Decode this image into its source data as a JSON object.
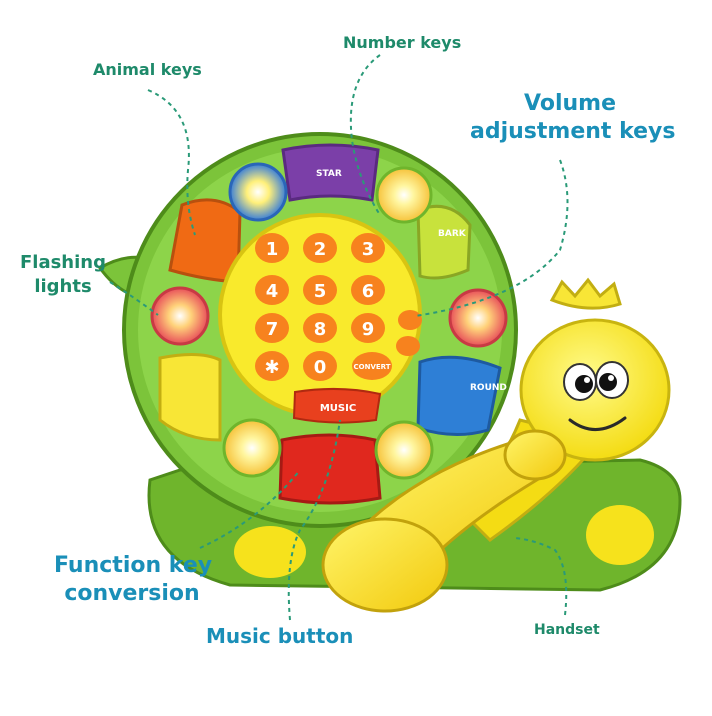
{
  "callouts": {
    "number_keys": "Number keys",
    "animal_keys": "Animal keys",
    "volume_line1": "Volume",
    "volume_line2": "adjustment keys",
    "flashing_line1": "Flashing",
    "flashing_line2": "lights",
    "function_line1": "Function key",
    "function_line2": "conversion",
    "music_button": "Music button",
    "handset": "Handset"
  },
  "toy": {
    "number_keys": [
      "1",
      "2",
      "3",
      "4",
      "5",
      "6",
      "7",
      "8",
      "9",
      "✱",
      "0"
    ],
    "convert_label": "CONVERT",
    "music_label": "MUSIC",
    "star_label": "STAR",
    "bark_label": "BARK",
    "round_label": "ROUND"
  },
  "colors": {
    "body_green": "#7cc43a",
    "face_yellow": "#f8ec3a",
    "key_orange": "#f7821e",
    "callout_teal": "#1e8a6a",
    "callout_blue": "#1a8fb8"
  }
}
